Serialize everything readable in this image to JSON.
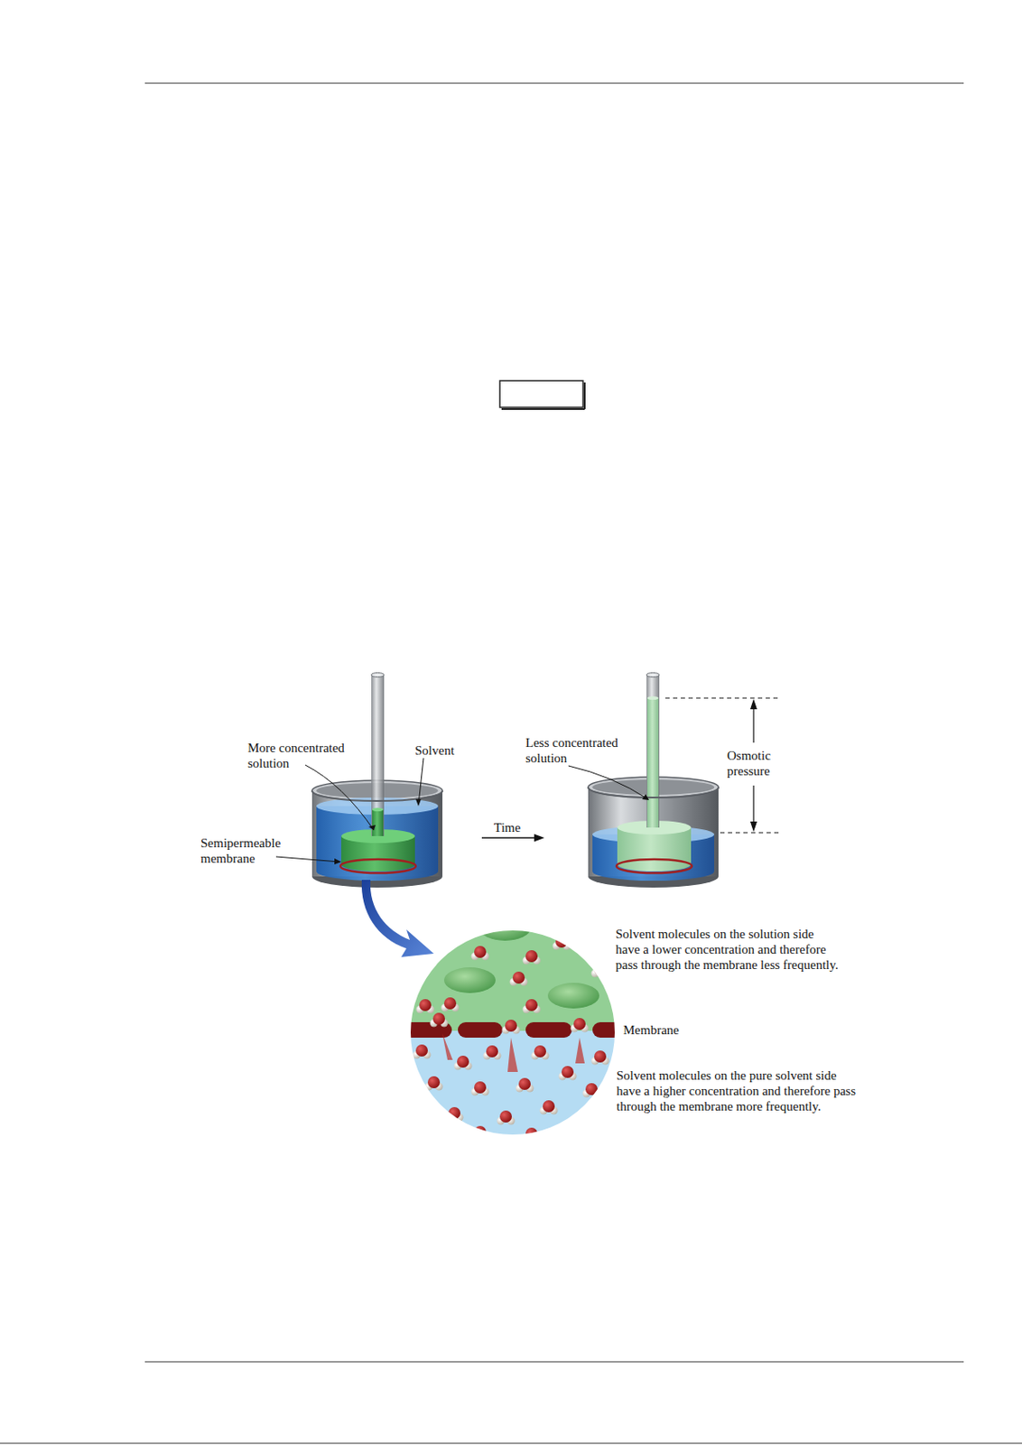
{
  "diagram": {
    "labels": [
      "More concentrated solution",
      "Solvent",
      "Semipermeable membrane",
      "Time",
      "Less concentrated solution",
      "Osmotic pressure",
      "Solvent molecules on the solution side have a lower concentration and therefore pass through the membrane less frequently.",
      "Membrane",
      "Solvent molecules on the pure solvent side have a higher concentration and therefore pass through the membrane more frequently."
    ]
  }
}
